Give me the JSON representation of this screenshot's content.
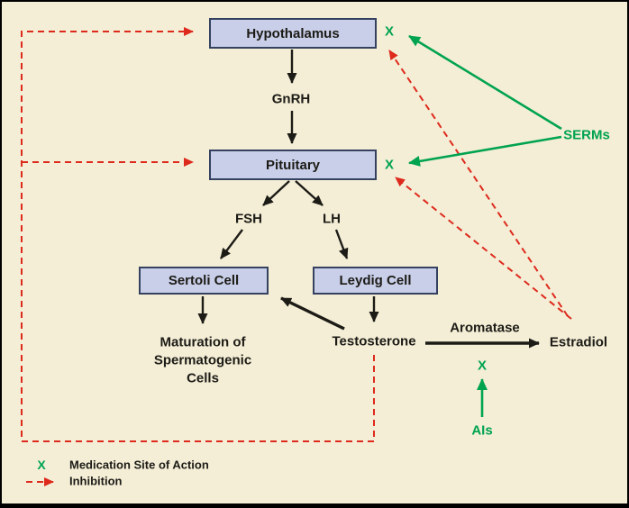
{
  "colors": {
    "background": "#f4eed6",
    "box_fill": "#c9cfe9",
    "box_border": "#35425f",
    "ink": "#1c1b16",
    "green": "#00a34f",
    "red": "#dd2a1d"
  },
  "nodes": {
    "hypothalamus": "Hypothalamus",
    "pituitary": "Pituitary",
    "sertoli_cell": "Sertoli Cell",
    "leydig_cell": "Leydig Cell"
  },
  "labels": {
    "gnrh": "GnRH",
    "fsh": "FSH",
    "lh": "LH",
    "maturation": "Maturation of Spermatogenic Cells",
    "testosterone": "Testosterone",
    "aromatase": "Aromatase",
    "estradiol": "Estradiol",
    "serms": "SERMs",
    "ais": "AIs",
    "x_marker": "X"
  },
  "legend": {
    "x_symbol": "X",
    "medication_site": "Medication Site of Action",
    "inhibition": "Inhibition"
  }
}
